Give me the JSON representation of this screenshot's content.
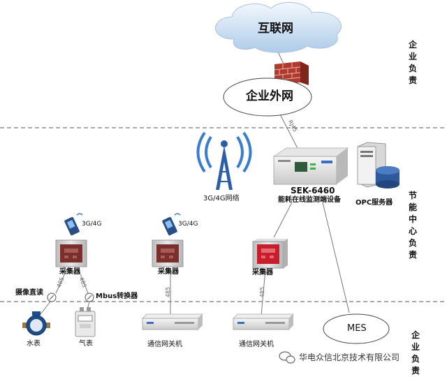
{
  "labels": {
    "internet": "互联网",
    "enterprise_network": "企业外网",
    "zone_top": "企业负责",
    "zone_mid": "节能中心负责",
    "zone_bottom": "企业负责",
    "link_rj45": "RJ45",
    "network_3g4g": "3G/4G网络",
    "sek_model": "SEK-6460",
    "sek_desc": "能耗在线监测端设备",
    "opc_server": "OPC服务器",
    "phone_left": "3G/4G",
    "phone_mid": "3G/4G",
    "collector_left": "采集器",
    "collector_mid": "采集器",
    "collector_right": "采集器",
    "camera_direct": "摄像直读",
    "mbus_converter": "Mbus转换器",
    "link_485_a": "485",
    "link_485_b": "485",
    "link_485_c": "485",
    "link_485_d": "485",
    "water_meter": "水表",
    "gas_meter": "气表",
    "gateway_left": "通信网关机",
    "gateway_right": "通信网关机",
    "mes": "MES",
    "watermark": "华电众信北京技术有限公司"
  },
  "colors": {
    "cloud_top": "#f3f8fd",
    "cloud_bottom": "#aecbe8",
    "firewall": "#b03a2e",
    "tower": "#2a5fa8",
    "signal": "#3a7cd0",
    "collector_body": "#d0d0d0",
    "collector_panel": "#7a2f2c",
    "collector_panel_red": "#c81e2c",
    "line": "#777777"
  }
}
